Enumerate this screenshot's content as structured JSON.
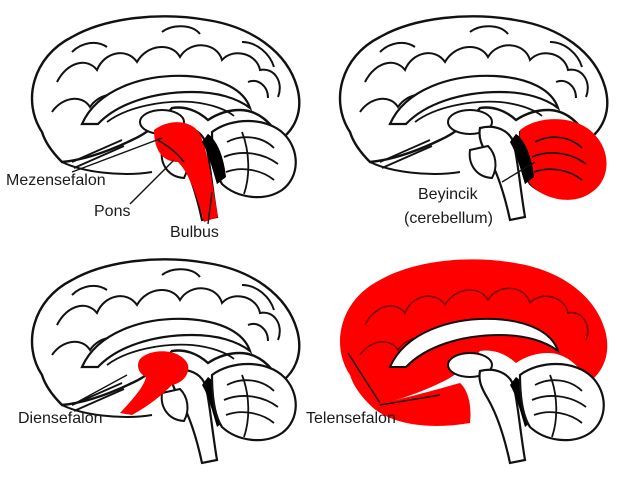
{
  "colors": {
    "highlight": "#ff0000",
    "outline": "#111111",
    "fill": "#ffffff",
    "stem_dark": "#000000"
  },
  "panels": [
    {
      "id": "brainstem",
      "highlight": "brainstem",
      "labels": [
        "Mezensefalon",
        "Pons",
        "Bulbus"
      ]
    },
    {
      "id": "cerebellum",
      "highlight": "cerebellum",
      "labels": [
        "Beyincik",
        "(cerebellum)"
      ]
    },
    {
      "id": "diencephalon",
      "highlight": "diencephalon",
      "labels": [
        "Diensefalon"
      ]
    },
    {
      "id": "telencephalon",
      "highlight": "telencephalon",
      "labels": [
        "Telensefalon"
      ]
    }
  ]
}
